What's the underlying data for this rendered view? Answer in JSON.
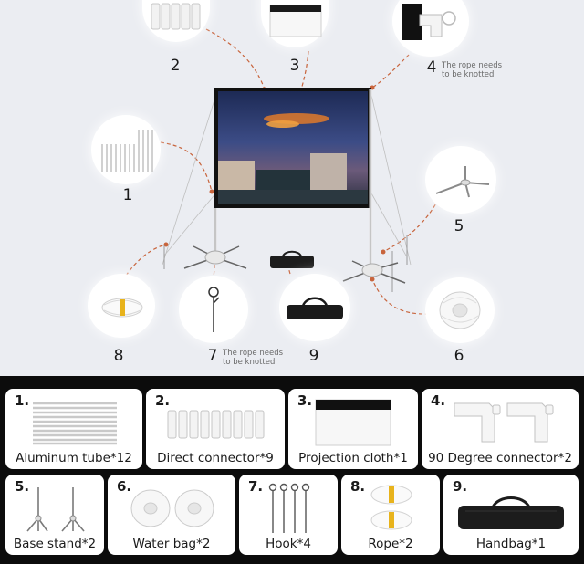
{
  "diagram": {
    "callouts": [
      {
        "num": "1"
      },
      {
        "num": "2"
      },
      {
        "num": "3"
      },
      {
        "num": "4",
        "note": [
          "The rope needs",
          "to be knotted"
        ]
      },
      {
        "num": "5"
      },
      {
        "num": "6"
      },
      {
        "num": "7",
        "note": [
          "The rope needs",
          "to be knotted"
        ]
      },
      {
        "num": "8"
      },
      {
        "num": "9"
      }
    ],
    "colors": {
      "dash": "#c8643c",
      "frame": "#222222",
      "sky_top": "#1d2a55",
      "sky_glow": "#e07a2a"
    }
  },
  "parts": [
    {
      "num": "1.",
      "label": "Aluminum tube*12",
      "icon": "aluminum-tube-icon"
    },
    {
      "num": "2.",
      "label": "Direct connector*9",
      "icon": "direct-connector-icon"
    },
    {
      "num": "3.",
      "label": "Projection cloth*1",
      "icon": "projection-cloth-icon"
    },
    {
      "num": "4.",
      "label": "90 Degree connector*2",
      "icon": "elbow-connector-icon"
    },
    {
      "num": "5.",
      "label": "Base stand*2",
      "icon": "base-stand-icon"
    },
    {
      "num": "6.",
      "label": "Water bag*2",
      "icon": "water-bag-icon"
    },
    {
      "num": "7.",
      "label": "Hook*4",
      "icon": "hook-icon"
    },
    {
      "num": "8.",
      "label": "Rope*2",
      "icon": "rope-icon"
    },
    {
      "num": "9.",
      "label": "Handbag*1",
      "icon": "handbag-icon"
    }
  ]
}
